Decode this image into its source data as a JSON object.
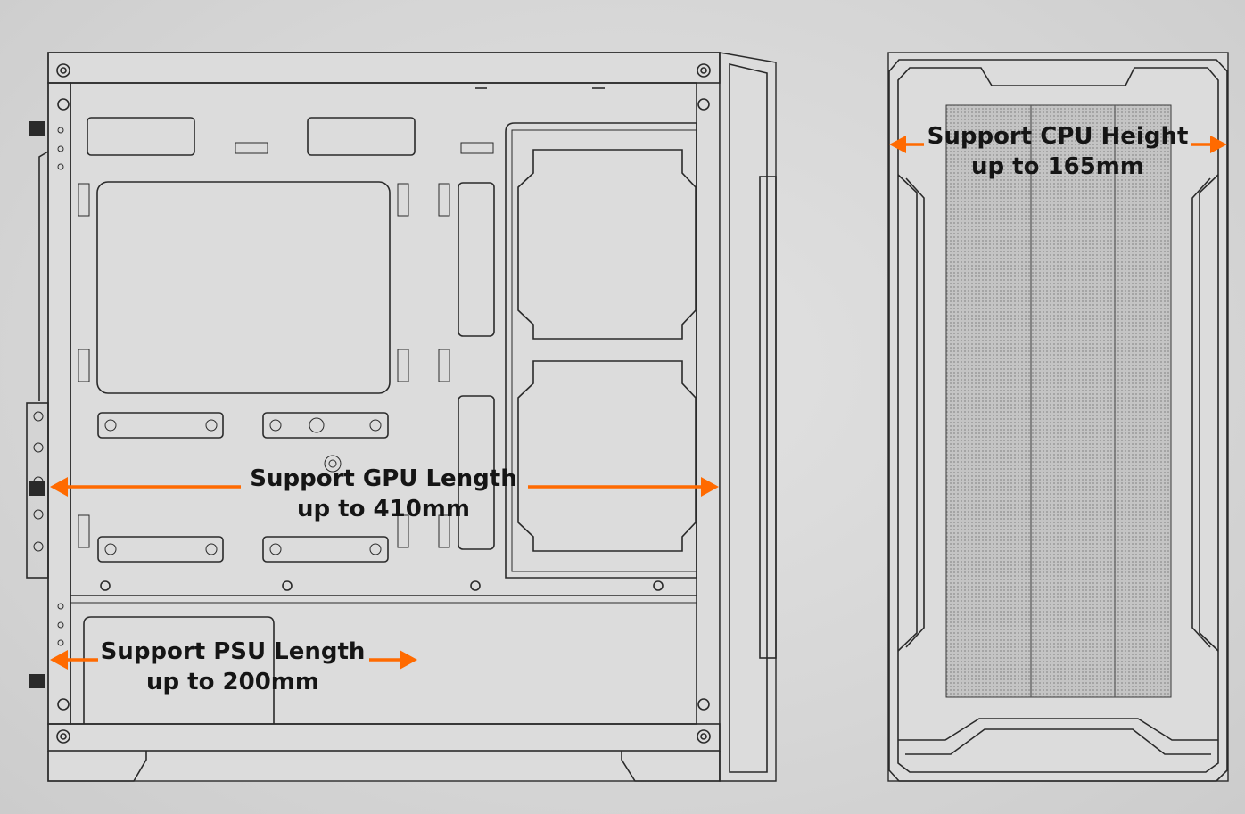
{
  "annotations": {
    "gpu": {
      "line1": "Support GPU Length",
      "line2": "up to 410mm"
    },
    "psu": {
      "line1": "Support PSU Length",
      "line2": "up to 200mm"
    },
    "cpu": {
      "line1": "Support CPU Height",
      "line2": "up to 165mm"
    }
  },
  "colors": {
    "arrow": "#ff6a00",
    "outline": "#2a2a2a",
    "background": "#d8d8d8"
  }
}
